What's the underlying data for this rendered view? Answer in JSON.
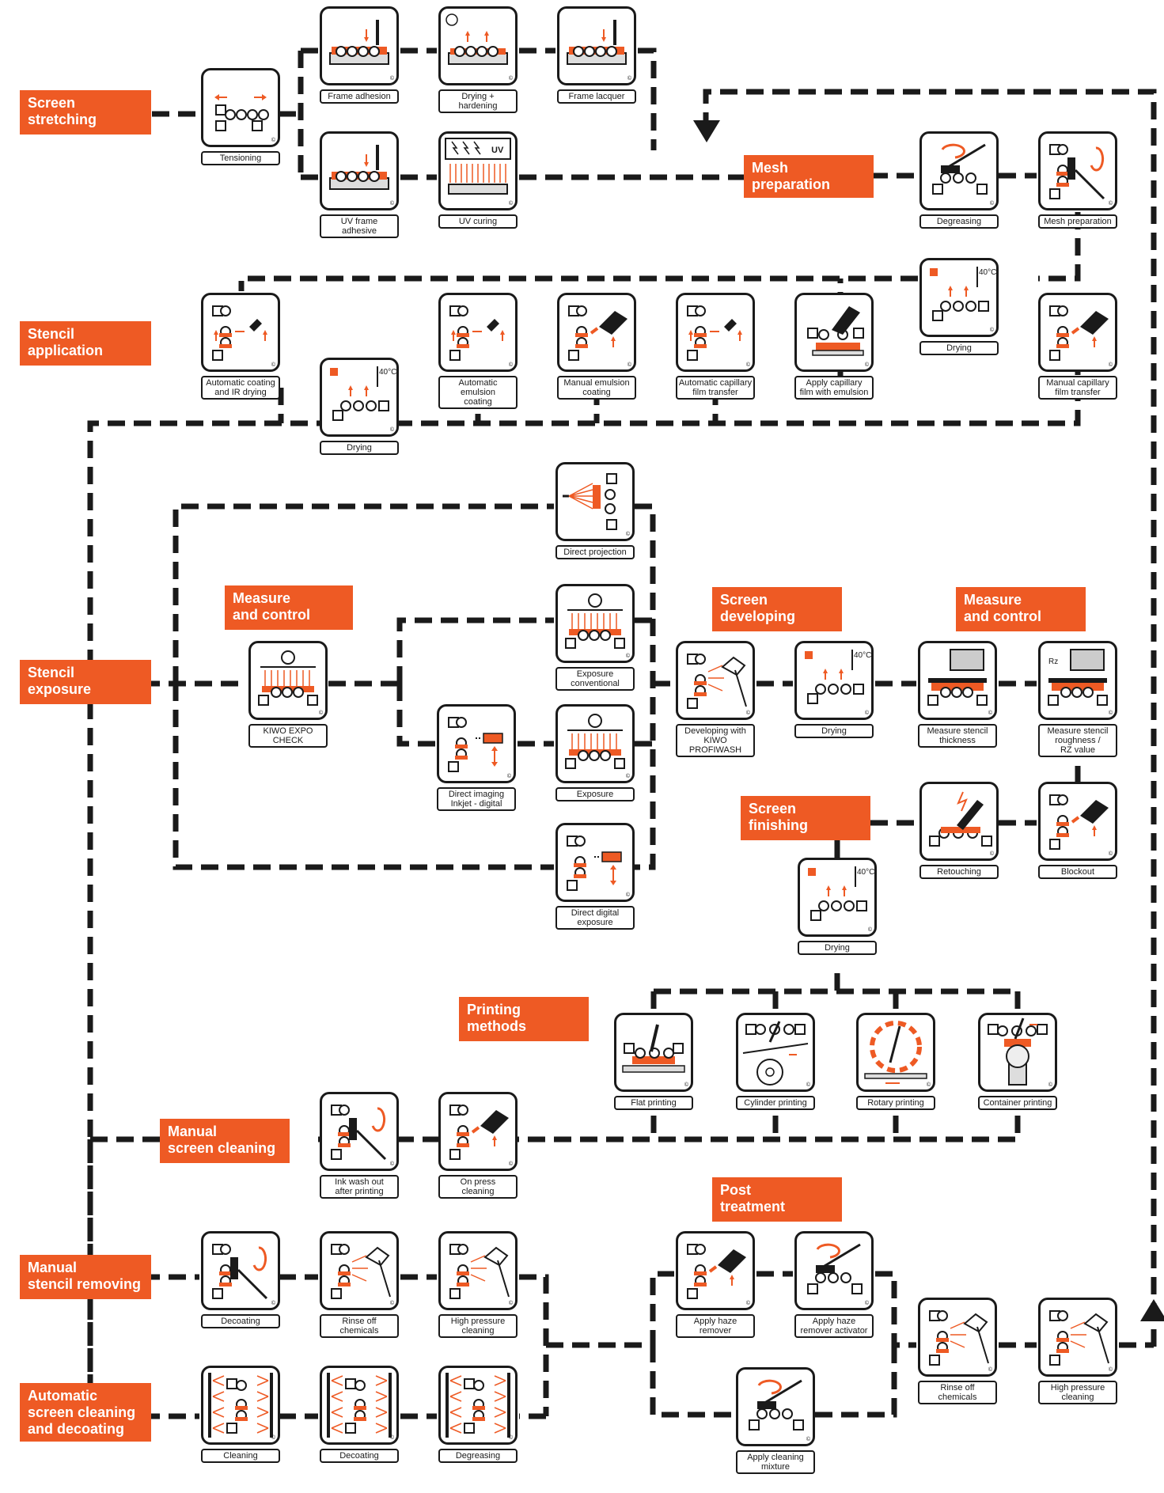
{
  "colors": {
    "accent": "#ee5a24",
    "line": "#1a1a1a",
    "background": "#ffffff"
  },
  "sections": {
    "screen_stretching": "Screen\nstretching",
    "mesh_preparation": "Mesh\npreparation",
    "stencil_application": "Stencil\napplication",
    "stencil_exposure": "Stencil\nexposure",
    "measure_control_1": "Measure\nand control",
    "screen_developing": "Screen\ndeveloping",
    "measure_control_2": "Measure\nand control",
    "screen_finishing": "Screen\nfinishing",
    "printing_methods": "Printing\nmethods",
    "manual_screen_cleaning": "Manual\nscreen cleaning",
    "post_treatment": "Post\ntreatment",
    "manual_stencil_removing": "Manual\nstencil removing",
    "automatic_cleaning": "Automatic\nscreen cleaning\nand decoating"
  },
  "steps": {
    "tensioning": {
      "label": "Tensioning",
      "icon": "tensioning-icon"
    },
    "frame_adhesion": {
      "label": "Frame adhesion",
      "icon": "frame-adhesion-icon"
    },
    "drying_hardening": {
      "label": "Drying +\nhardening",
      "icon": "drying-hardening-icon"
    },
    "frame_lacquer": {
      "label": "Frame lacquer",
      "icon": "frame-lacquer-icon"
    },
    "uv_frame_adhesive": {
      "label": "UV frame\nadhesive",
      "icon": "uv-adhesive-icon"
    },
    "uv_curing": {
      "label": "UV curing",
      "icon": "uv-curing-icon",
      "uv_text": "UV"
    },
    "degreasing_mesh": {
      "label": "Degreasing",
      "icon": "degreasing-brush-icon"
    },
    "mesh_preparation_step": {
      "label": "Mesh preparation",
      "icon": "mesh-preparation-icon"
    },
    "drying_mesh": {
      "label": "Drying",
      "icon": "drying-icon",
      "temp": "40°C"
    },
    "auto_coating_ir": {
      "label": "Automatic coating\nand IR drying",
      "icon": "auto-coating-icon"
    },
    "drying_stencil": {
      "label": "Drying",
      "icon": "drying-icon",
      "temp": "40°C"
    },
    "auto_emulsion": {
      "label": "Automatic emulsion\ncoating",
      "icon": "emulsion-coating-icon"
    },
    "manual_emulsion": {
      "label": "Manual emulsion\ncoating",
      "icon": "manual-coating-icon"
    },
    "auto_capillary": {
      "label": "Automatic capillary\nfilm transfer",
      "icon": "capillary-film-icon"
    },
    "apply_capillary": {
      "label": "Apply capillary\nfilm with emulsion",
      "icon": "apply-film-icon"
    },
    "manual_capillary": {
      "label": "Manual capillary\nfilm transfer",
      "icon": "manual-film-icon"
    },
    "direct_projection": {
      "label": "Direct projection",
      "icon": "projection-icon"
    },
    "kiwo_expo_check": {
      "label": "KIWO EXPO\nCHECK",
      "icon": "expo-check-icon"
    },
    "exposure_conventional": {
      "label": "Exposure\nconventional",
      "icon": "lamp-exposure-icon"
    },
    "direct_imaging": {
      "label": "Direct imaging\nInkjet - digital",
      "icon": "inkjet-icon"
    },
    "exposure": {
      "label": "Exposure",
      "icon": "lamp-exposure-icon"
    },
    "direct_digital": {
      "label": "Direct digital\nexposure",
      "icon": "laser-icon"
    },
    "developing": {
      "label": "Developing with\nKIWO\nPROFIWASH",
      "icon": "spray-gun-icon"
    },
    "drying_dev": {
      "label": "Drying",
      "icon": "drying-icon",
      "temp": "40°C"
    },
    "measure_thickness": {
      "label": "Measure stencil\nthickness",
      "icon": "thickness-gauge-icon"
    },
    "measure_roughness": {
      "label": "Measure stencil\nroughness /\nRZ value",
      "icon": "roughness-gauge-icon",
      "rz": "Rz"
    },
    "retouching": {
      "label": "Retouching",
      "icon": "retouch-pen-icon"
    },
    "blockout": {
      "label": "Blockout",
      "icon": "blockout-icon"
    },
    "drying_finish": {
      "label": "Drying",
      "icon": "drying-icon",
      "temp": "40°C"
    },
    "flat_printing": {
      "label": "Flat printing",
      "icon": "flat-print-icon"
    },
    "cylinder_printing": {
      "label": "Cylinder printing",
      "icon": "cylinder-print-icon"
    },
    "rotary_printing": {
      "label": "Rotary printing",
      "icon": "rotary-print-icon"
    },
    "container_printing": {
      "label": "Container printing",
      "icon": "container-print-icon"
    },
    "ink_washout": {
      "label": "Ink wash out\nafter printing",
      "icon": "washout-brush-icon"
    },
    "on_press_cleaning": {
      "label": "On press\ncleaning",
      "icon": "cloth-icon"
    },
    "decoating": {
      "label": "Decoating",
      "icon": "decoating-brush-icon"
    },
    "rinse_off_1": {
      "label": "Rinse off\nchemicals",
      "icon": "rinse-icon"
    },
    "high_pressure_1": {
      "label": "High pressure\ncleaning",
      "icon": "pressure-washer-icon"
    },
    "auto_cleaning": {
      "label": "Cleaning",
      "icon": "auto-spray-icon"
    },
    "auto_decoating": {
      "label": "Decoating",
      "icon": "auto-decoat-icon"
    },
    "auto_degreasing": {
      "label": "Degreasing",
      "icon": "auto-spray-icon"
    },
    "haze_remover": {
      "label": "Apply haze\nremover",
      "icon": "haze-brush-icon"
    },
    "haze_activator": {
      "label": "Apply haze\nremover activator",
      "icon": "activator-brush-icon"
    },
    "cleaning_mixture": {
      "label": "Apply cleaning\nmixture",
      "icon": "mixture-brush-icon"
    },
    "rinse_off_2": {
      "label": "Rinse off\nchemicals",
      "icon": "rinse-icon"
    },
    "high_pressure_2": {
      "label": "High pressure\ncleaning",
      "icon": "pressure-washer-icon"
    }
  }
}
